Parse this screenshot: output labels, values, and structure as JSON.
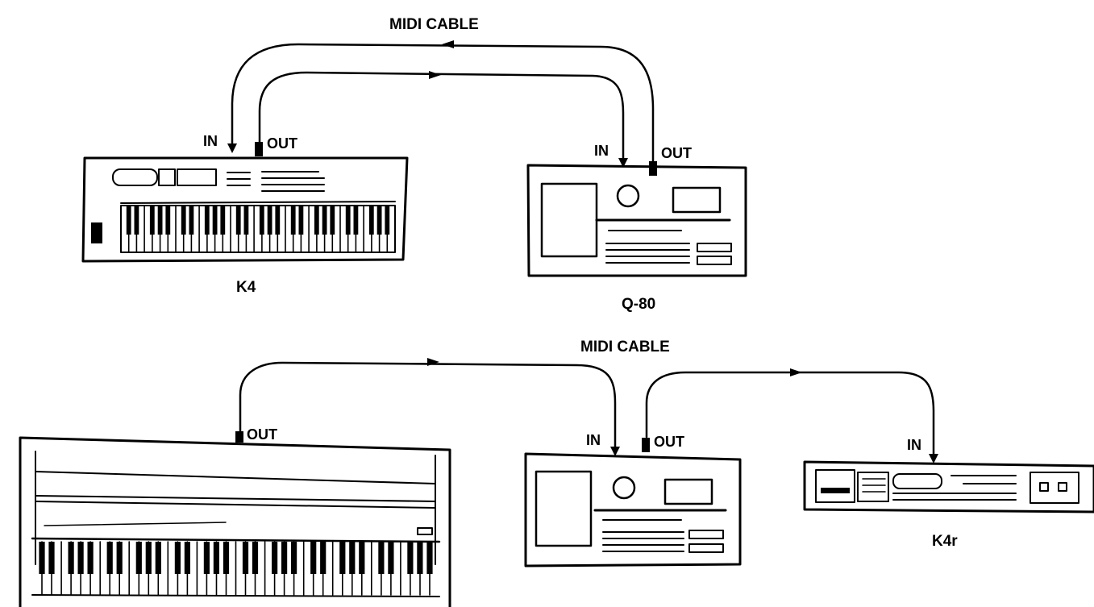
{
  "diagrams": [
    {
      "cable_label": "MIDI CABLE",
      "devices": [
        {
          "name": "K4",
          "ports": [
            "IN",
            "OUT"
          ]
        },
        {
          "name": "Q-80",
          "ports": [
            "IN",
            "OUT"
          ]
        }
      ]
    },
    {
      "cable_label": "MIDI CABLE",
      "devices": [
        {
          "name": "",
          "ports": [
            "OUT"
          ]
        },
        {
          "name": "",
          "ports": [
            "IN",
            "OUT"
          ]
        },
        {
          "name": "K4r",
          "ports": [
            "IN"
          ]
        }
      ]
    }
  ],
  "colors": {
    "ink": "#000000",
    "background": "#ffffff"
  }
}
